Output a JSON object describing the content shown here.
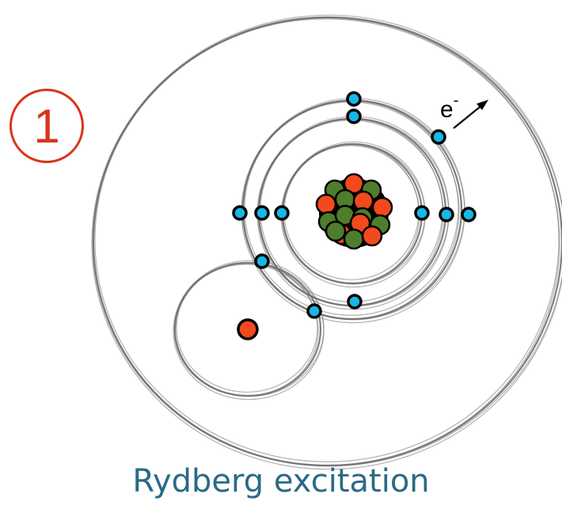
{
  "step": {
    "number": "1",
    "color": "#d9341b"
  },
  "caption": {
    "text": "Rydberg excitation",
    "color": "#2a6a86"
  },
  "electron_label": {
    "base": "e",
    "superscript": "-"
  },
  "colors": {
    "orbit": "#6f6f6f",
    "electron": "#19b6e8",
    "proton": "#f24a1c",
    "neutron": "#4f7d2c",
    "outline": "#000000"
  },
  "legend_semantics": {
    "electron_icon": "electron-icon",
    "proton_icon": "proton-icon",
    "neutron_icon": "neutron-icon",
    "arrow_icon": "ejection-arrow-icon"
  }
}
